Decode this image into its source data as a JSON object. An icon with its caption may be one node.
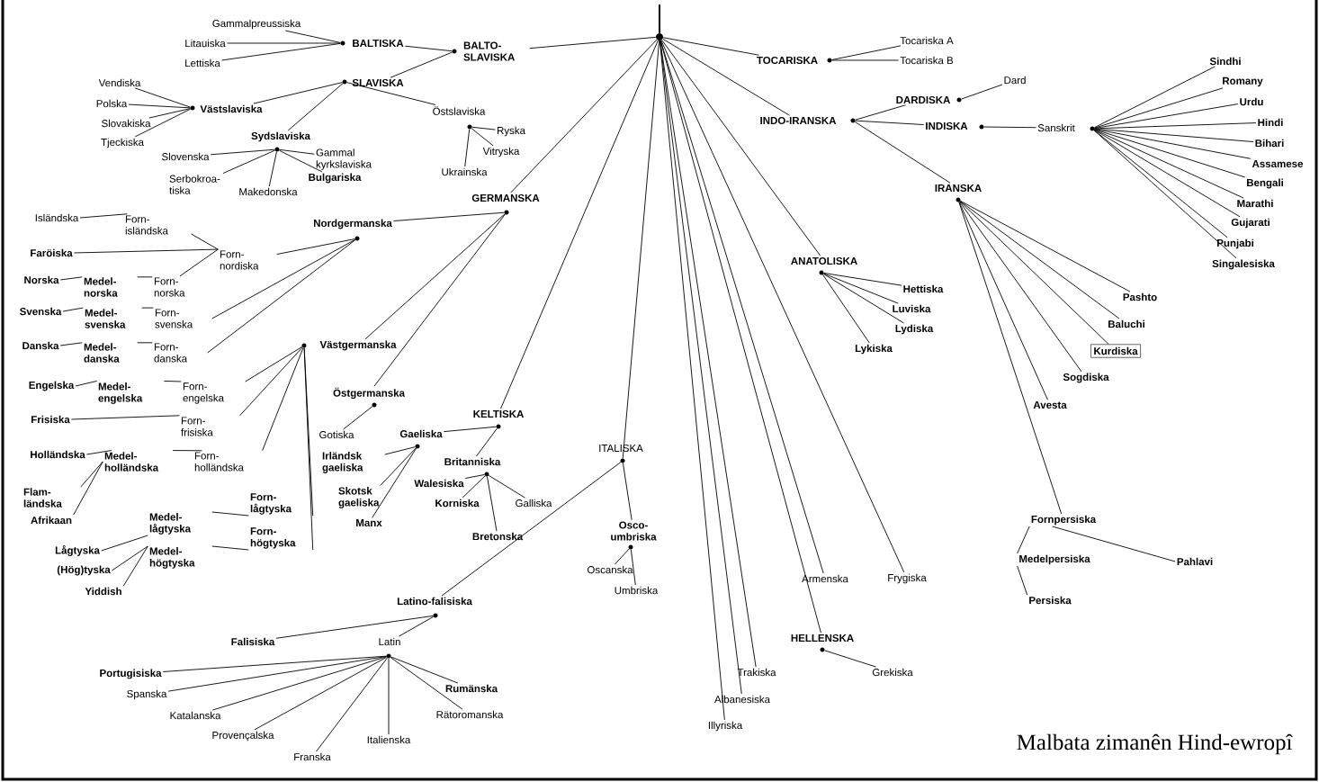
{
  "diagram": {
    "caption": "Malbata zimanên Hind-ewropî",
    "nodes": [
      {
        "text": [],
        "shape": "circle"
      },
      {
        "text": [
          "BALTO- SLAVISKA"
        ]
      },
      {
        "text": [
          "BALTISKA"
        ]
      },
      {
        "text": [
          "Gammalpreussiska"
        ]
      },
      {
        "text": [
          "Litauiska"
        ]
      },
      {
        "text": [
          "Lettiska"
        ]
      },
      {
        "text": [
          "SLAVISKA"
        ]
      },
      {
        "text": [
          "Västslaviska"
        ]
      },
      {
        "text": [
          "Vendiska"
        ]
      },
      {
        "text": [
          "Polska"
        ]
      },
      {
        "text": [
          "Slovakiska"
        ]
      },
      {
        "text": [
          "Tjeckiska"
        ]
      },
      {
        "text": [
          "Sydslaviska"
        ]
      },
      {
        "text": [
          "Slovenska"
        ]
      },
      {
        "text": [
          "Gammal kyrkslaviska"
        ]
      },
      {
        "text": [
          "Serbokroa- tiska"
        ]
      },
      {
        "text": [
          "Makedonska"
        ]
      },
      {
        "text": [
          "Bulgariska"
        ]
      },
      {
        "text": [
          "Östslaviska"
        ]
      },
      {
        "text": [
          "Ryska"
        ]
      },
      {
        "text": [
          "Vitryska"
        ]
      },
      {
        "text": [
          "Ukrainska"
        ]
      },
      {
        "text": [
          "GERMANSKA"
        ]
      },
      {
        "text": [
          "Nordgermanska"
        ]
      },
      {
        "text": [
          "Forn- nordiska"
        ]
      },
      {
        "text": [
          "Isländska"
        ]
      },
      {
        "text": [
          "Forn- isländska"
        ]
      },
      {
        "text": [
          "Faröiska"
        ]
      },
      {
        "text": [
          "Norska"
        ]
      },
      {
        "text": [
          "Medel- norska"
        ]
      },
      {
        "text": [
          "Forn- norska"
        ]
      },
      {
        "text": [
          "Svenska"
        ]
      },
      {
        "text": [
          "Medel- svenska"
        ]
      },
      {
        "text": [
          "Forn- svenska"
        ]
      },
      {
        "text": [
          "Danska"
        ]
      },
      {
        "text": [
          "Medel- danska"
        ]
      },
      {
        "text": [
          "Forn- danska"
        ]
      },
      {
        "text": [
          "Västgermanska"
        ]
      },
      {
        "text": [
          "Engelska"
        ]
      },
      {
        "text": [
          "Medel- engelska"
        ]
      },
      {
        "text": [
          "Forn- engelska"
        ]
      },
      {
        "text": [
          "Frisiska"
        ]
      },
      {
        "text": [
          "Forn- frisiska"
        ]
      },
      {
        "text": [
          "Holländska"
        ]
      },
      {
        "text": [
          "Medel- holländska"
        ]
      },
      {
        "text": [
          "Forn- holländska"
        ]
      },
      {
        "text": [
          "Flam- ländska"
        ]
      },
      {
        "text": [
          "Afrikaan"
        ]
      },
      {
        "text": [
          "Forn- lågtyska"
        ]
      },
      {
        "text": [
          "Medel- lågtyska"
        ]
      },
      {
        "text": [
          "Forn- högtyska"
        ]
      },
      {
        "text": [
          "Lågtyska"
        ]
      },
      {
        "text": [
          "Medel- högtyska"
        ]
      },
      {
        "text": [
          "(Hög)tyska"
        ]
      },
      {
        "text": [
          "Yiddish"
        ]
      },
      {
        "text": [
          "Östgermanska"
        ]
      },
      {
        "text": [
          "Gotiska"
        ]
      },
      {
        "text": [
          "KELTISKA"
        ]
      },
      {
        "text": [
          "Gaeliska"
        ]
      },
      {
        "text": [
          "Irländsk gaeliska"
        ]
      },
      {
        "text": [
          "Skotsk gaeliska"
        ]
      },
      {
        "text": [
          "Manx"
        ]
      },
      {
        "text": [
          "Britanniska"
        ]
      },
      {
        "text": [
          "Walesiska"
        ]
      },
      {
        "text": [
          "Korniska"
        ]
      },
      {
        "text": [
          "Galliska"
        ]
      },
      {
        "text": [
          "Bretonska"
        ]
      },
      {
        "text": [
          "ITALISKA"
        ]
      },
      {
        "text": [
          "Osco- umbriska"
        ]
      },
      {
        "text": [
          "Oscanska"
        ]
      },
      {
        "text": [
          "Umbriska"
        ]
      },
      {
        "text": [
          "Latino-falisiska"
        ]
      },
      {
        "text": [
          "Falisiska"
        ]
      },
      {
        "text": [
          "Latin"
        ]
      },
      {
        "text": [
          "Portugisiska"
        ]
      },
      {
        "text": [
          "Spanska"
        ]
      },
      {
        "text": [
          "Katalanska"
        ]
      },
      {
        "text": [
          "Provençalska"
        ]
      },
      {
        "text": [
          "Franska"
        ]
      },
      {
        "text": [
          "Italienska"
        ]
      },
      {
        "text": [
          "Rumänska"
        ]
      },
      {
        "text": [
          "Rätoromanska"
        ]
      },
      {
        "text": [
          "Trakiska"
        ]
      },
      {
        "text": [
          "Albanesiska"
        ]
      },
      {
        "text": [
          "Illyriska"
        ]
      },
      {
        "text": [
          "Armenska"
        ]
      },
      {
        "text": [
          "Frygiska"
        ]
      },
      {
        "text": [
          "HELLENSKA"
        ]
      },
      {
        "text": [
          "Grekiska"
        ]
      },
      {
        "text": [
          "ANATOLISKA"
        ]
      },
      {
        "text": [
          "Hettiska"
        ]
      },
      {
        "text": [
          "Luviska"
        ]
      },
      {
        "text": [
          "Lydiska"
        ]
      },
      {
        "text": [
          "Lykiska"
        ]
      },
      {
        "text": [
          "TOCARISKA"
        ]
      },
      {
        "text": [
          "Tocariska A"
        ]
      },
      {
        "text": [
          "Tocariska B"
        ]
      },
      {
        "text": [
          "INDO-IRANSKA"
        ]
      },
      {
        "text": [
          "DARDISKA"
        ]
      },
      {
        "text": [
          "Dard"
        ]
      },
      {
        "text": [
          "INDISKA"
        ]
      },
      {
        "text": [
          "Sanskrit"
        ]
      },
      {
        "text": [
          "Sindhi"
        ]
      },
      {
        "text": [
          "Romany"
        ]
      },
      {
        "text": [
          "Urdu"
        ]
      },
      {
        "text": [
          "Hindi"
        ]
      },
      {
        "text": [
          "Bihari"
        ]
      },
      {
        "text": [
          "Assamese"
        ]
      },
      {
        "text": [
          "Bengali"
        ]
      },
      {
        "text": [
          "Marathi"
        ]
      },
      {
        "text": [
          "Gujarati"
        ]
      },
      {
        "text": [
          "Punjabi"
        ]
      },
      {
        "text": [
          "Singalesiska"
        ]
      },
      {
        "text": [
          "IRANSKA"
        ]
      },
      {
        "text": [
          "Pashto"
        ]
      },
      {
        "text": [
          "Baluchi"
        ]
      },
      {
        "text": [
          "Kurdiska"
        ]
      },
      {
        "text": [
          "Sogdiska"
        ]
      },
      {
        "text": [
          "Avesta"
        ]
      },
      {
        "text": [
          "Fornpersiska"
        ]
      },
      {
        "text": [
          "Medelpersiska"
        ]
      },
      {
        "text": [
          "Persiska"
        ]
      },
      {
        "text": [
          "Pahlavi"
        ]
      }
    ],
    "edges": [
      {
        "from": null,
        "to": 0,
        "arrow": "none"
      },
      {
        "from": 0,
        "to": 1,
        "arrow": "none"
      },
      {
        "from": 1,
        "to": 2,
        "arrow": "none"
      },
      {
        "from": 1,
        "to": 6,
        "arrow": "none"
      },
      {
        "from": 2,
        "to": 3,
        "arrow": "none"
      },
      {
        "from": 2,
        "to": 4,
        "arrow": "none"
      },
      {
        "from": 2,
        "to": 5,
        "arrow": "none"
      },
      {
        "from": 6,
        "to": 7,
        "arrow": "none"
      },
      {
        "from": 6,
        "to": 12,
        "arrow": "none"
      },
      {
        "from": 6,
        "to": 18,
        "arrow": "none"
      },
      {
        "from": 7,
        "to": 8,
        "arrow": "none"
      },
      {
        "from": 7,
        "to": 9,
        "arrow": "none"
      },
      {
        "from": 7,
        "to": 10,
        "arrow": "none"
      },
      {
        "from": 7,
        "to": 11,
        "arrow": "none"
      },
      {
        "from": 12,
        "to": 13,
        "arrow": "none"
      },
      {
        "from": 12,
        "to": 14,
        "arrow": "none"
      },
      {
        "from": 12,
        "to": 15,
        "arrow": "none"
      },
      {
        "from": 12,
        "to": 16,
        "arrow": "none"
      },
      {
        "from": 12,
        "to": 17,
        "arrow": "none"
      },
      {
        "from": 18,
        "to": 19,
        "arrow": "none"
      },
      {
        "from": 18,
        "to": 20,
        "arrow": "none"
      },
      {
        "from": 18,
        "to": 21,
        "arrow": "none"
      },
      {
        "from": 0,
        "to": 22,
        "arrow": "none"
      },
      {
        "from": 22,
        "to": 23,
        "arrow": "none"
      },
      {
        "from": 22,
        "to": 37,
        "arrow": "none"
      },
      {
        "from": 22,
        "to": 55,
        "arrow": "none"
      },
      {
        "from": 23,
        "to": 24,
        "arrow": "none"
      },
      {
        "from": 23,
        "to": 33,
        "arrow": "none"
      },
      {
        "from": 23,
        "to": 36,
        "arrow": "none"
      },
      {
        "from": 24,
        "to": 26,
        "arrow": "none"
      },
      {
        "from": 24,
        "to": 27,
        "arrow": "none"
      },
      {
        "from": 24,
        "to": 30,
        "arrow": "none"
      },
      {
        "from": 26,
        "to": 25,
        "arrow": "none"
      },
      {
        "from": 30,
        "to": 29,
        "arrow": "none"
      },
      {
        "from": 29,
        "to": 28,
        "arrow": "none"
      },
      {
        "from": 33,
        "to": 32,
        "arrow": "none"
      },
      {
        "from": 32,
        "to": 31,
        "arrow": "none"
      },
      {
        "from": 36,
        "to": 35,
        "arrow": "none"
      },
      {
        "from": 35,
        "to": 34,
        "arrow": "none"
      },
      {
        "from": 37,
        "to": 40,
        "arrow": "none"
      },
      {
        "from": 37,
        "to": 42,
        "arrow": "none"
      },
      {
        "from": 37,
        "to": 45,
        "arrow": "none"
      },
      {
        "from": 37,
        "to": 48,
        "arrow": "none"
      },
      {
        "from": 37,
        "to": 50,
        "arrow": "none"
      },
      {
        "from": 40,
        "to": 39,
        "arrow": "none"
      },
      {
        "from": 39,
        "to": 38,
        "arrow": "none"
      },
      {
        "from": 42,
        "to": 41,
        "arrow": "none"
      },
      {
        "from": 45,
        "to": 44,
        "arrow": "none"
      },
      {
        "from": 44,
        "to": 43,
        "arrow": "none"
      },
      {
        "from": 44,
        "to": 46,
        "arrow": "none"
      },
      {
        "from": 44,
        "to": 47,
        "arrow": "none"
      },
      {
        "from": 48,
        "to": 49,
        "arrow": "none"
      },
      {
        "from": 49,
        "to": 51,
        "arrow": "none"
      },
      {
        "from": 50,
        "to": 52,
        "arrow": "none"
      },
      {
        "from": 52,
        "to": 53,
        "arrow": "none"
      },
      {
        "from": 52,
        "to": 54,
        "arrow": "none"
      },
      {
        "from": 55,
        "to": 56,
        "arrow": "none"
      },
      {
        "from": 0,
        "to": 57,
        "arrow": "none"
      },
      {
        "from": 57,
        "to": 58,
        "arrow": "none"
      },
      {
        "from": 57,
        "to": 62,
        "arrow": "none"
      },
      {
        "from": 58,
        "to": 59,
        "arrow": "none"
      },
      {
        "from": 58,
        "to": 60,
        "arrow": "none"
      },
      {
        "from": 58,
        "to": 61,
        "arrow": "none"
      },
      {
        "from": 62,
        "to": 63,
        "arrow": "none"
      },
      {
        "from": 62,
        "to": 64,
        "arrow": "none"
      },
      {
        "from": 62,
        "to": 65,
        "arrow": "none"
      },
      {
        "from": 62,
        "to": 66,
        "arrow": "none"
      },
      {
        "from": 0,
        "to": 67,
        "arrow": "none"
      },
      {
        "from": 67,
        "to": 68,
        "arrow": "none"
      },
      {
        "from": 67,
        "to": 71,
        "arrow": "none"
      },
      {
        "from": 68,
        "to": 69,
        "arrow": "none"
      },
      {
        "from": 68,
        "to": 70,
        "arrow": "none"
      },
      {
        "from": 71,
        "to": 72,
        "arrow": "none"
      },
      {
        "from": 71,
        "to": 73,
        "arrow": "none"
      },
      {
        "from": 73,
        "to": 74,
        "arrow": "none"
      },
      {
        "from": 73,
        "to": 75,
        "arrow": "none"
      },
      {
        "from": 73,
        "to": 76,
        "arrow": "none"
      },
      {
        "from": 73,
        "to": 77,
        "arrow": "none"
      },
      {
        "from": 73,
        "to": 78,
        "arrow": "none"
      },
      {
        "from": 73,
        "to": 79,
        "arrow": "none"
      },
      {
        "from": 73,
        "to": 80,
        "arrow": "none"
      },
      {
        "from": 73,
        "to": 81,
        "arrow": "none"
      },
      {
        "from": 0,
        "to": 84,
        "arrow": "none"
      },
      {
        "from": 0,
        "to": 83,
        "arrow": "none"
      },
      {
        "from": 0,
        "to": 82,
        "arrow": "none"
      },
      {
        "from": 0,
        "to": 87,
        "arrow": "none"
      },
      {
        "from": 87,
        "to": 88,
        "arrow": "none"
      },
      {
        "from": 0,
        "to": 85,
        "arrow": "none"
      },
      {
        "from": 0,
        "to": 86,
        "arrow": "none"
      },
      {
        "from": 0,
        "to": 89,
        "arrow": "none"
      },
      {
        "from": 89,
        "to": 90,
        "arrow": "none"
      },
      {
        "from": 89,
        "to": 91,
        "arrow": "none"
      },
      {
        "from": 89,
        "to": 92,
        "arrow": "none"
      },
      {
        "from": 89,
        "to": 93,
        "arrow": "none"
      },
      {
        "from": 0,
        "to": 94,
        "arrow": "none"
      },
      {
        "from": 94,
        "to": 95,
        "arrow": "none"
      },
      {
        "from": 94,
        "to": 96,
        "arrow": "none"
      },
      {
        "from": 0,
        "to": 97,
        "arrow": "none"
      },
      {
        "from": 97,
        "to": 98,
        "arrow": "none"
      },
      {
        "from": 98,
        "to": 99,
        "arrow": "none"
      },
      {
        "from": 97,
        "to": 100,
        "arrow": "none"
      },
      {
        "from": 100,
        "to": 101,
        "arrow": "none"
      },
      {
        "from": 101,
        "to": 102,
        "arrow": "none"
      },
      {
        "from": 101,
        "to": 103,
        "arrow": "none"
      },
      {
        "from": 101,
        "to": 104,
        "arrow": "none"
      },
      {
        "from": 101,
        "to": 105,
        "arrow": "none"
      },
      {
        "from": 101,
        "to": 106,
        "arrow": "none"
      },
      {
        "from": 101,
        "to": 107,
        "arrow": "none"
      },
      {
        "from": 101,
        "to": 108,
        "arrow": "none"
      },
      {
        "from": 101,
        "to": 109,
        "arrow": "none"
      },
      {
        "from": 101,
        "to": 110,
        "arrow": "none"
      },
      {
        "from": 101,
        "to": 111,
        "arrow": "none"
      },
      {
        "from": 101,
        "to": 112,
        "arrow": "none"
      },
      {
        "from": 97,
        "to": 113,
        "arrow": "none"
      },
      {
        "from": 113,
        "to": 114,
        "arrow": "none"
      },
      {
        "from": 113,
        "to": 115,
        "arrow": "none"
      },
      {
        "from": 113,
        "to": 116,
        "arrow": "none"
      },
      {
        "from": 113,
        "to": 117,
        "arrow": "none"
      },
      {
        "from": 113,
        "to": 118,
        "arrow": "none"
      },
      {
        "from": 113,
        "to": 119,
        "arrow": "none"
      },
      {
        "from": 119,
        "to": 120,
        "arrow": "none"
      },
      {
        "from": 119,
        "to": 122,
        "arrow": "none"
      },
      {
        "from": 120,
        "to": 121,
        "arrow": "none"
      }
    ]
  }
}
